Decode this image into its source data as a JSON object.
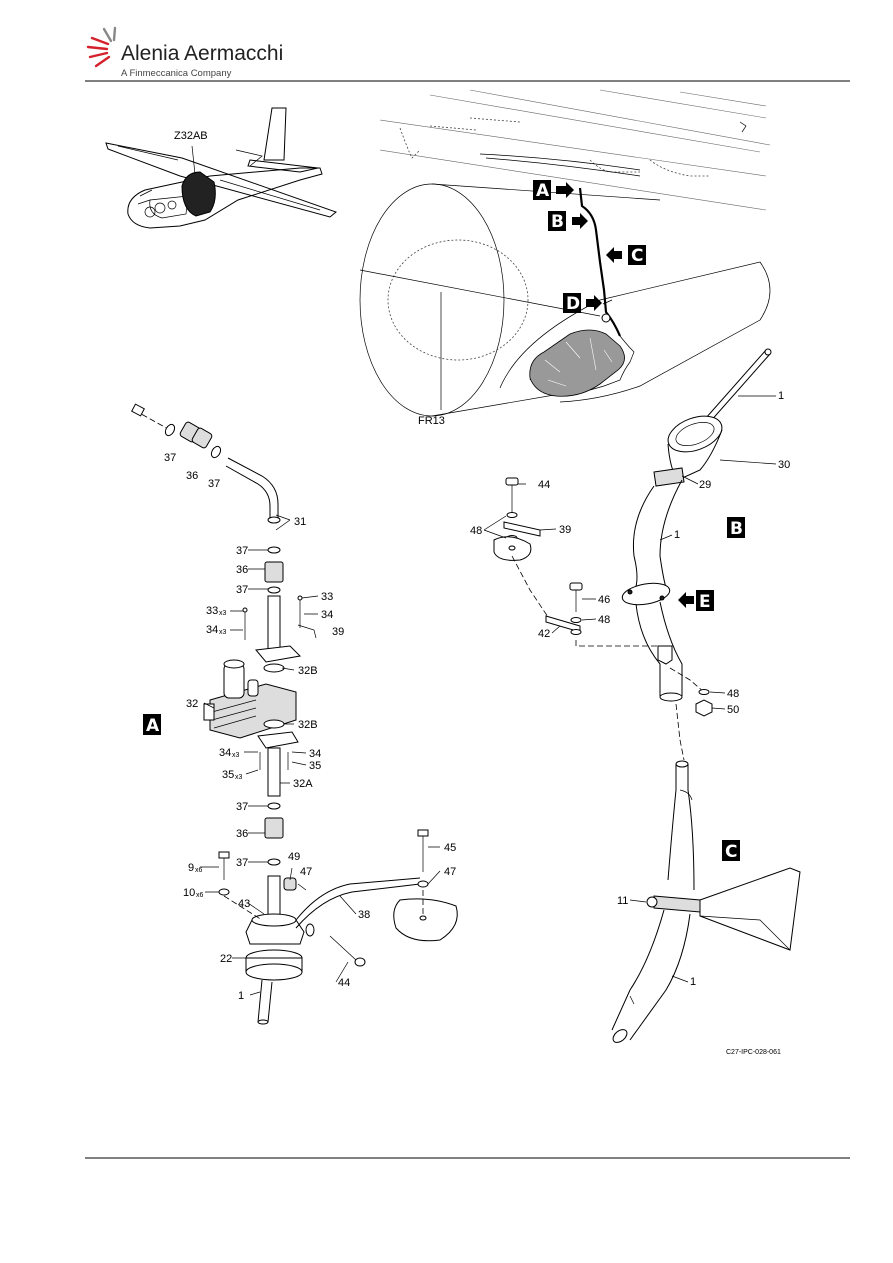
{
  "header": {
    "company": "Alenia Aermacchi",
    "tagline": "A Finmeccanica Company"
  },
  "zone_label": "Z32AB",
  "frame_label": "FR13",
  "view_tags": {
    "a": "A",
    "b": "B",
    "c": "C",
    "d": "D",
    "e": "E"
  },
  "drawing_ref": "C27-IPC-028-061",
  "callouts": {
    "a_37_top": "37",
    "a_36_top": "36",
    "a_37_top_b": "37",
    "a_31": "31",
    "a_37_1": "37",
    "a_36_1": "36",
    "a_37_2": "37",
    "a_33_l": "33",
    "a_33_l_q": "x3",
    "a_34_l": "34",
    "a_34_l_q": "x3",
    "a_33_r": "33",
    "a_34_r": "34",
    "a_39": "39",
    "a_32b_1": "32B",
    "a_32": "32",
    "a_32b_2": "32B",
    "a_34_l2": "34",
    "a_34_l2_q": "x3",
    "a_35_l": "35",
    "a_35_l_q": "x3",
    "a_34_r2": "34",
    "a_35_r": "35",
    "a_32a": "32A",
    "a_37_3": "37",
    "a_36_2": "36",
    "a_37_4": "37",
    "a_49": "49",
    "a_47_1": "47",
    "a_9": "9",
    "a_9_q": "x6",
    "a_10": "10",
    "a_10_q": "x6",
    "a_45": "45",
    "a_47_2": "47",
    "a_43": "43",
    "a_38": "38",
    "a_22": "22",
    "a_44": "44",
    "a_1": "1",
    "b_1_top": "1",
    "b_30": "30",
    "b_29": "29",
    "b_1_mid": "1",
    "d_44": "44",
    "d_48": "48",
    "d_39": "39",
    "d_46": "46",
    "d_48_b": "48",
    "d_42": "42",
    "b_48": "48",
    "b_50": "50",
    "c_11": "11",
    "c_1": "1"
  }
}
